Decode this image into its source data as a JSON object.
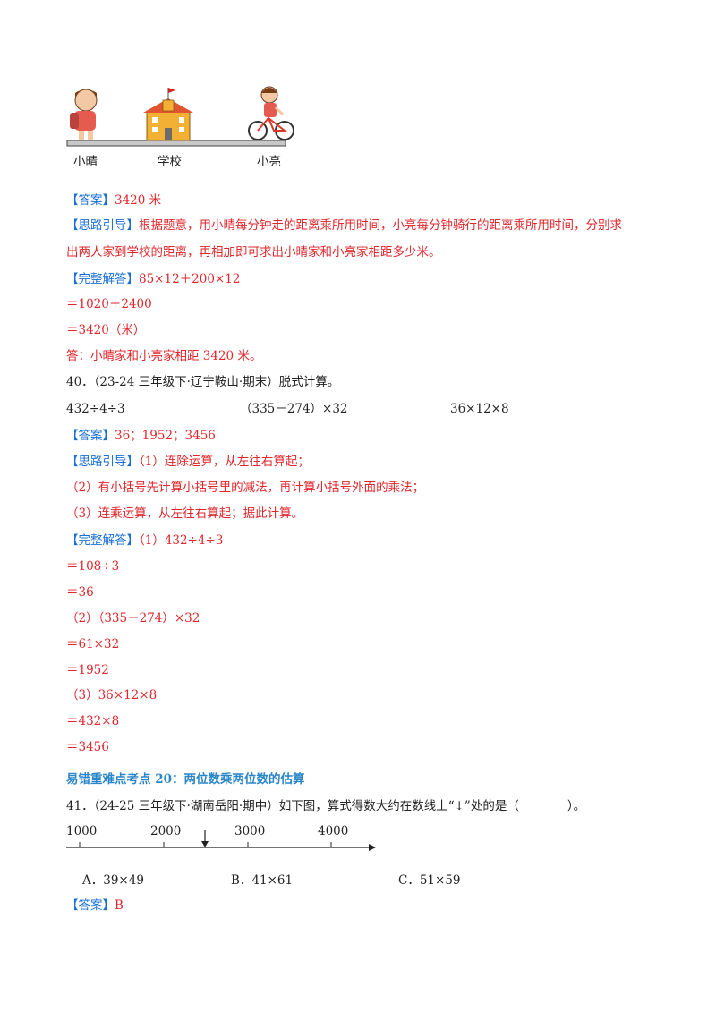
{
  "illustration": {
    "labels": [
      "小晴",
      "学校",
      "小亮"
    ]
  },
  "q39": {
    "answer_tag": "【答案】",
    "answer": "3420 米",
    "hint_tag": "【思路引导】",
    "hint_line1": "根据题意，用小晴每分钟走的距离乘所用时间，小亮每分钟骑行的距离乘所用时间，分别求",
    "hint_line2": "出两人家到学校的距离，再相加即可求出小晴家和小亮家相距多少米。",
    "solution_tag": "【完整解答】",
    "solution_line1": "85×12＋200×12",
    "solution_line2": "＝1020＋2400",
    "solution_line3": "＝3420（米）",
    "conclusion": "答：小晴家和小亮家相距 3420 米。"
  },
  "q40": {
    "stem": "40．（23-24 三年级下·辽宁鞍山·期末）脱式计算。",
    "expressions": [
      "432÷4÷3",
      "（335－274）×32",
      "36×12×8"
    ],
    "answer_tag": "【答案】",
    "answer": "36；1952；3456",
    "hint_tag": "【思路引导】",
    "hint_line1": "（1）连除运算，从左往右算起；",
    "hint_line2": "（2）有小括号先计算小括号里的减法，再计算小括号外面的乘法；",
    "hint_line3": "（3）连乘运算，从左往右算起；据此计算。",
    "solution_tag": "【完整解答】",
    "solution_lines": [
      "（1）432÷4÷3",
      "＝108÷3",
      "＝36",
      "（2）（335－274）×32",
      "＝61×32",
      "＝1952",
      "（3）36×12×8",
      "＝432×8",
      "＝3456"
    ]
  },
  "section_title": "易错重难点考点 20：两位数乘两位数的估算",
  "q41": {
    "stem": "41．（24-25 三年级下·湖南岳阳·期中）如下图，算式得数大约在数线上“↓”处的是（　　　　）。",
    "number_line_labels": [
      "1000",
      "2000",
      "3000",
      "4000"
    ],
    "options": [
      "A．39×49",
      "B．41×61",
      "C．51×59"
    ],
    "answer_tag": "【答案】",
    "answer": "B"
  }
}
